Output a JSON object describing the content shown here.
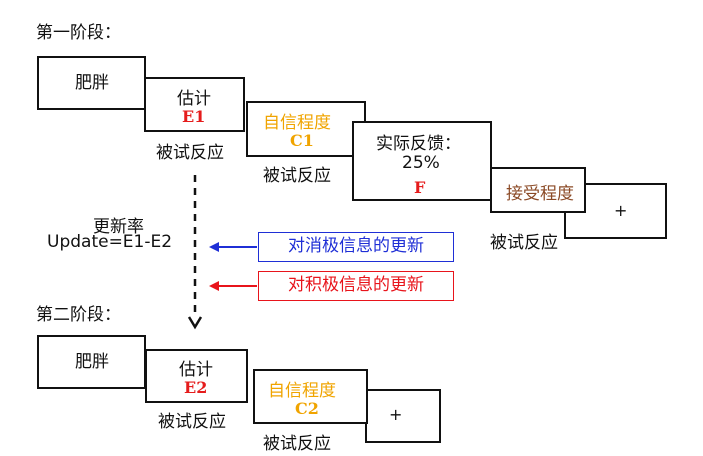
{
  "stage1": {
    "title": "第一阶段：",
    "obesity": "肥胖",
    "estimate": "估计",
    "estimate_code": "E1",
    "confidence": "自信程度",
    "confidence_code": "C1",
    "actual_feedback": "实际反馈：",
    "actual_value": "25%",
    "actual_code": "F",
    "acceptance": "接受程度",
    "plus": "+",
    "reaction_1": "被试反应",
    "reaction_2": "被试反应",
    "reaction_3": "被试反应"
  },
  "update": {
    "rate_label": "更新率",
    "formula": "Update=E1-E2",
    "negative": "对消极信息的更新",
    "positive": "对积极信息的更新"
  },
  "stage2": {
    "title": "第二阶段：",
    "obesity": "肥胖",
    "estimate": "估计",
    "estimate_code": "E2",
    "confidence": "自信程度",
    "confidence_code": "C2",
    "plus": "+",
    "reaction_1": "被试反应",
    "reaction_2": "被试反应"
  },
  "colors": {
    "red_code": "#e51c1c",
    "confidence_orange": "#f0a400",
    "acceptance_brown": "#8b4a26",
    "negative_blue": "#1f2fd6",
    "positive_red": "#e8141b"
  }
}
